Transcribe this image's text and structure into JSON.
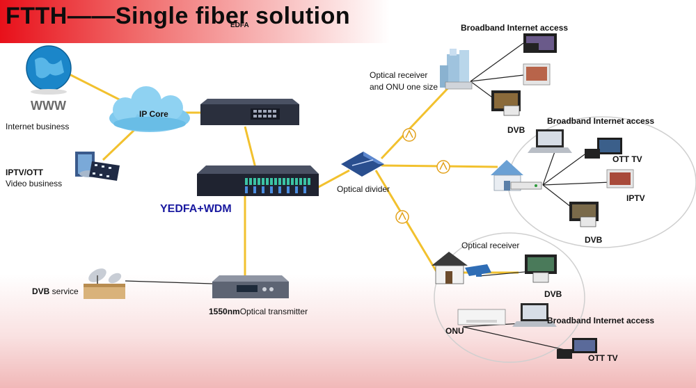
{
  "title": "FTTH——Single fiber solution",
  "labels": {
    "edfa_top": "EDFA",
    "www": "WWW",
    "internet_business": "Internet business",
    "ip_core": "IP Core",
    "iptv_ott": "IPTV/OTT",
    "video_business": "Video business",
    "yedfa_wdm": "YEDFA+WDM",
    "optical_divider": "Optical divider",
    "dvb_service_bold": "DVB",
    "dvb_service_rest": " service",
    "transmitter_bold": "1550nm",
    "transmitter_rest": "Optical transmitter",
    "optical_receiver_onu_line1": "Optical receiver",
    "optical_receiver_onu_line2": "and ONU one size",
    "broadband_1": "Broadband Internet access",
    "dvb_1": "DVB",
    "broadband_2": "Broadband Internet access",
    "ott_tv_1": "OTT TV",
    "iptv_1": "IPTV",
    "dvb_2": "DVB",
    "optical_receiver": "Optical receiver",
    "dvb_3": "DVB",
    "onu": "ONU",
    "broadband_3": "Broadband Internet access",
    "ott_tv_2": "OTT TV"
  },
  "colors": {
    "fiber": "#f2c12e",
    "cable": "#222222",
    "accent_title": "#e8101a",
    "yedfa_label": "#1a1aa0",
    "cloud": "#7fc9ee",
    "globe": "#1b86c9",
    "rack": "#2a2f3d"
  },
  "icons": [
    "globe-icon",
    "cloud-icon",
    "server-rack-icon",
    "edfa-wdm-rack-icon",
    "transmitter-rack-icon",
    "satellite-dish-icon",
    "video-media-icon",
    "optical-splitter-icon",
    "building-icon",
    "house-icon",
    "router-icon",
    "laptop-icon",
    "tv-icon",
    "settop-box-icon",
    "attenuator-icon"
  ]
}
